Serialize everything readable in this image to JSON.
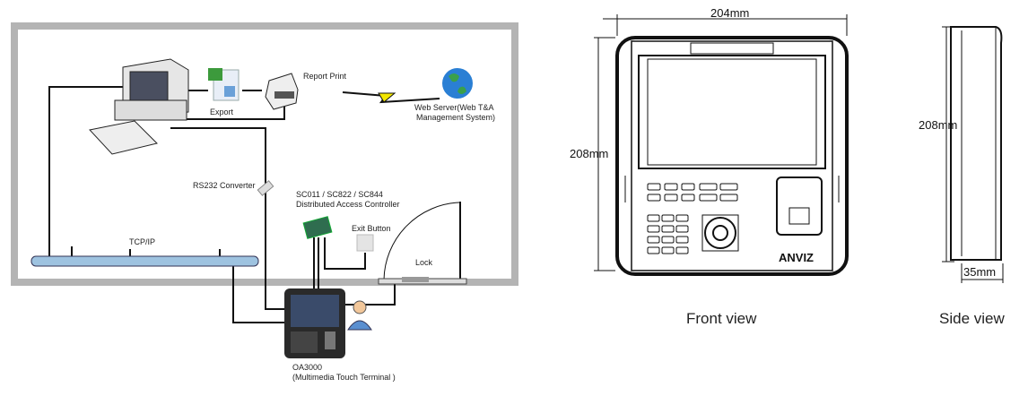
{
  "network": {
    "report_print": "Report Print",
    "export": "Export",
    "web_server_line1": "Web Server(Web T&A",
    "web_server_line2": "Management System)",
    "rs232": "RS232 Converter",
    "controller_line1": "SC011 / SC822 / SC844",
    "controller_line2": "Distributed Access Controller",
    "exit_button": "Exit Button",
    "tcpip": "TCP/IP",
    "lock": "Lock",
    "terminal_line1": "OA3000",
    "terminal_line2": "(Multimedia Touch Terminal )"
  },
  "front": {
    "width": "204mm",
    "height": "208mm",
    "label": "Front view",
    "brand": "ANVIZ"
  },
  "side": {
    "height": "208mm",
    "depth": "35mm",
    "label": "Side view"
  },
  "colors": {
    "frame": "#b4b4b4",
    "bus": "#9ec3e0",
    "globe": "#2a7fd4",
    "lightning": "#f2e600"
  }
}
